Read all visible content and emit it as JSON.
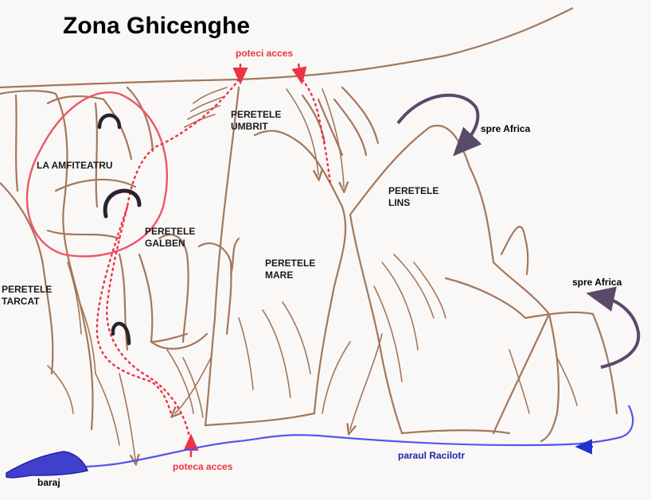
{
  "title": "Zona Ghicenghe",
  "labels": {
    "poteci_acces": "poteci acces",
    "peretele_umbrit": "PERETELE\nUMBRIT",
    "spre_africa_top": "spre Africa",
    "la_amfiteatru": "LA AMFITEATRU",
    "peretele_lins": "PERETELE\nLINS",
    "peretele_galben": "PERETELE\nGALBEN",
    "peretele_mare": "PERETELE\nMARE",
    "spre_africa_right": "spre Africa",
    "peretele_tarcat": "PERETELE\nTARCAT",
    "paraul": "paraul Racilotr",
    "poteca_acces": "poteca acces",
    "baraj": "baraj"
  },
  "colors": {
    "rock": "#a5775a",
    "path": "#ee3344",
    "circle": "#ee5566",
    "stream": "#5555ee",
    "arrow": "#5a4a6a",
    "anchor": "#2a2230"
  },
  "icons": [
    "climbing-anchor-icon",
    "climbing-anchor-icon",
    "climbing-anchor-icon"
  ]
}
